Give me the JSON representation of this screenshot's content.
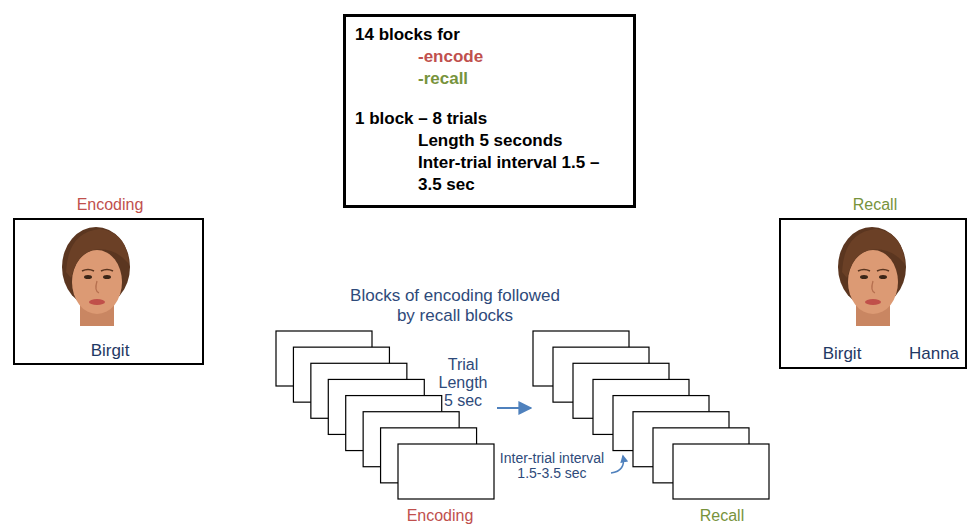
{
  "diagram": {
    "nodes": [
      {
        "text": [
          "14 blocks for",
          "-encode",
          "-recall",
          "1 block – 8 trials",
          "Length 5 seconds",
          "Inter-trial interval 1.5 – 3.5 sec"
        ]
      },
      {
        "text": [
          "Encoding",
          "Birgit"
        ]
      },
      {
        "text": [
          "Recall",
          "Birgit",
          "Hanna"
        ]
      },
      {
        "text": [
          "Encoding"
        ]
      },
      {
        "text": [
          "Recall"
        ]
      }
    ],
    "edges": [
      {
        "from": 3,
        "to": 4,
        "arrow": "to",
        "label": "Trial Length 5 sec"
      }
    ],
    "labels": [
      "Blocks of encoding followed by recall blocks",
      "Inter-trial interval 1.5-3.5 sec"
    ]
  }
}
